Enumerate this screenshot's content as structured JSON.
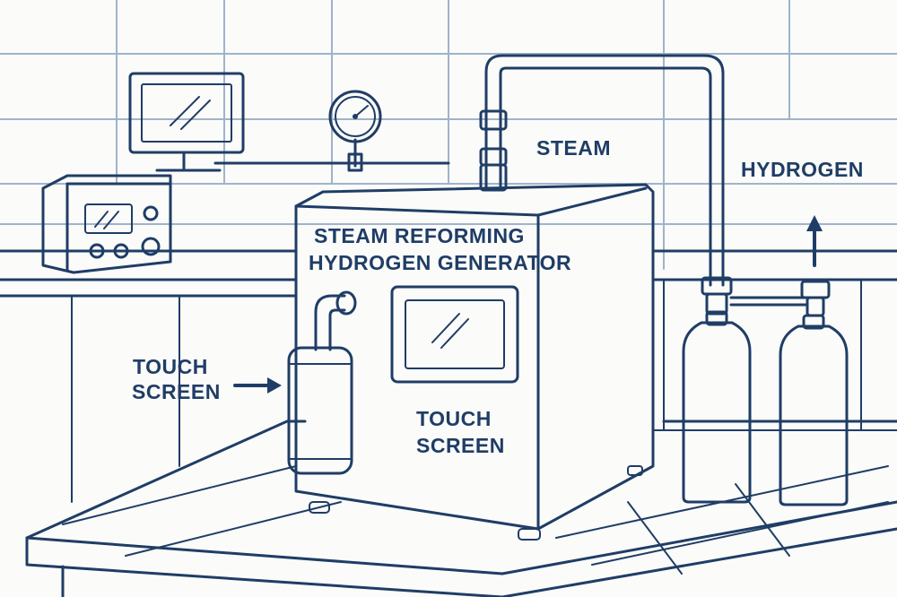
{
  "colors": {
    "ink": "#1f3d66",
    "light_ink": "#9fb3cc",
    "paper": "#fbfbf9",
    "panel": "#ffffff"
  },
  "labels": {
    "machine_title_line1": "STEAM REFORMING",
    "machine_title_line2": "HYDROGEN GENERATOR",
    "steam": "STEAM",
    "hydrogen": "HYDROGEN",
    "left_touch_line1": "TOUCH",
    "left_touch_line2": "SCREEN",
    "front_touch_line1": "TOUCH",
    "front_touch_line2": "SCREEN"
  },
  "icons": {
    "left_arrow": "arrow-right-icon",
    "hydrogen_arrow": "arrow-up-icon",
    "gauge": "pressure-gauge-icon"
  }
}
